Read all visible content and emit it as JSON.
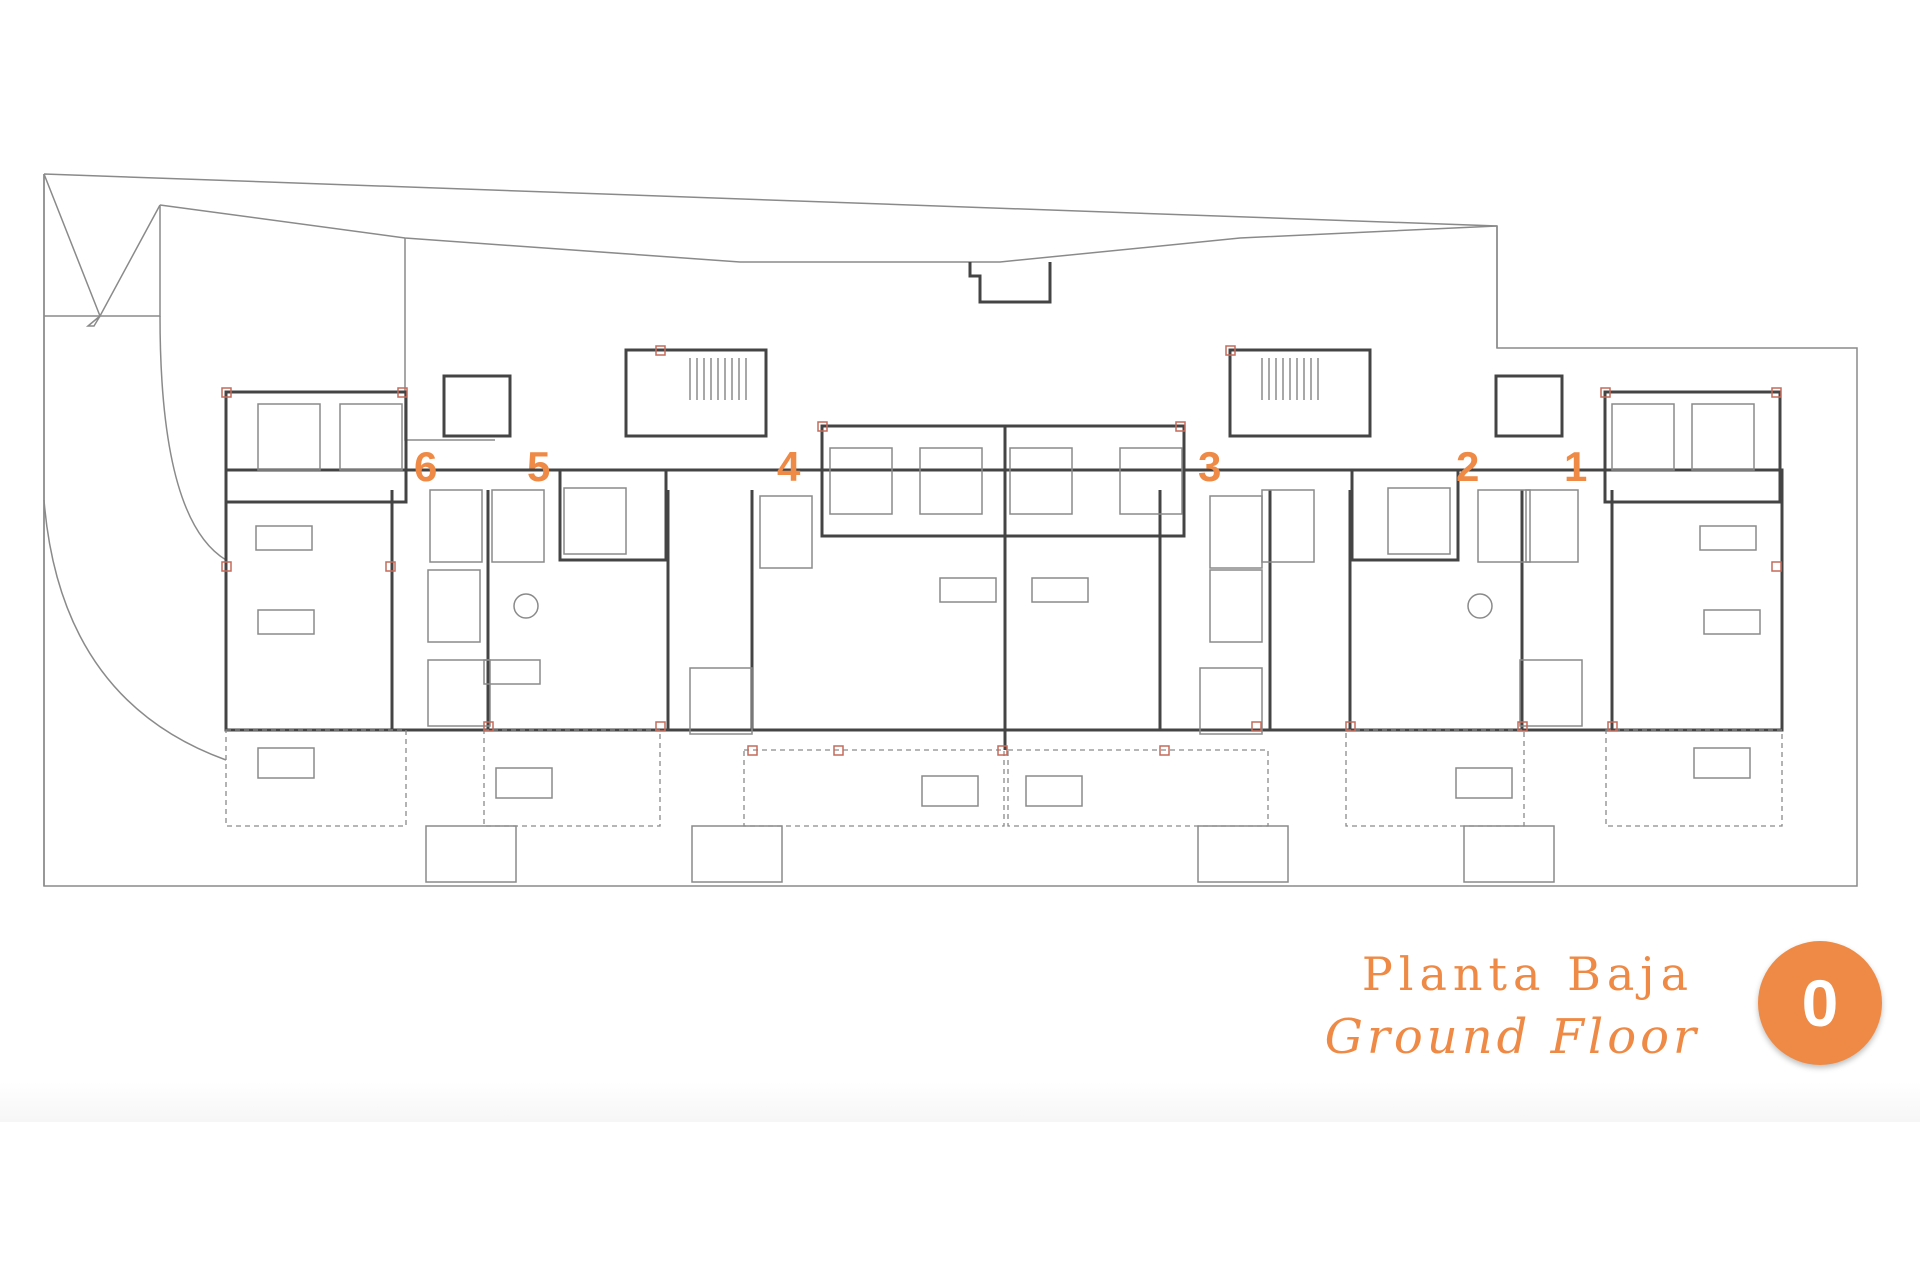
{
  "colors": {
    "accent": "#ee8a45",
    "line": "#8a8a8a",
    "wall": "#444444",
    "column": "#c46a5a"
  },
  "units": [
    {
      "id": "unit-6",
      "label": "6"
    },
    {
      "id": "unit-5",
      "label": "5"
    },
    {
      "id": "unit-4",
      "label": "4"
    },
    {
      "id": "unit-3",
      "label": "3"
    },
    {
      "id": "unit-2",
      "label": "2"
    },
    {
      "id": "unit-1",
      "label": "1"
    }
  ],
  "title": {
    "spanish": "Planta Baja",
    "english": "Ground Floor"
  },
  "floor_badge": "0"
}
